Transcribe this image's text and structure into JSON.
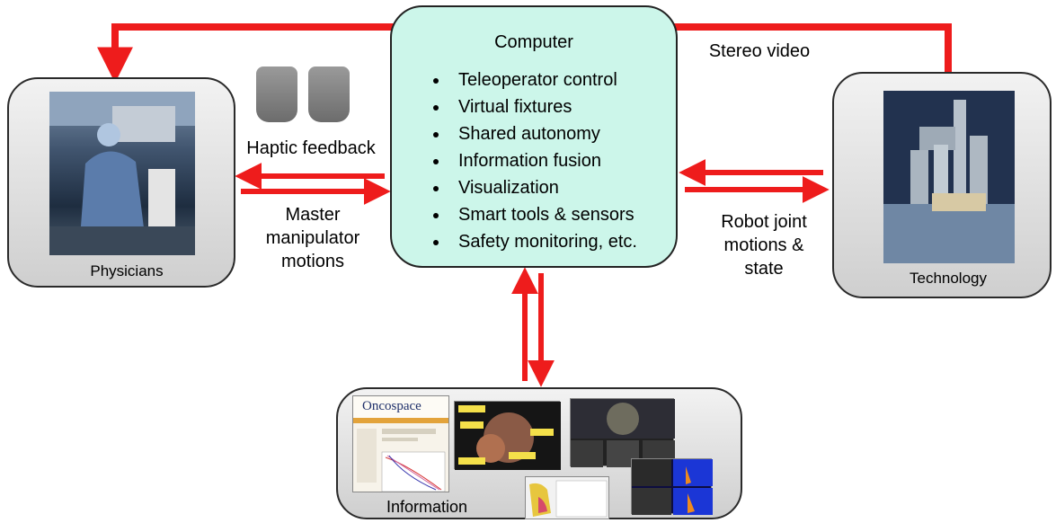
{
  "computer": {
    "title": "Computer",
    "functions": [
      "Teleoperator control",
      "Virtual fixtures",
      "Shared autonomy",
      "Information fusion",
      "Visualization",
      "Smart tools & sensors",
      "Safety monitoring, etc."
    ]
  },
  "physicians": {
    "label": "Physicians"
  },
  "technology": {
    "label": "Technology"
  },
  "information": {
    "label": "Information",
    "app_logo": "Oncospace"
  },
  "flows": {
    "stereo_video": "Stereo video",
    "haptic_feedback": "Haptic feedback",
    "master_line1": "Master",
    "master_line2": "manipulator",
    "master_line3": "motions",
    "robot_line1": "Robot joint",
    "robot_line2": "motions &",
    "robot_line3": "state"
  },
  "colors": {
    "arrow": "#ee1c1c",
    "computer_fill": "#ccf6ea",
    "box_fill": "#dcdcdc"
  }
}
